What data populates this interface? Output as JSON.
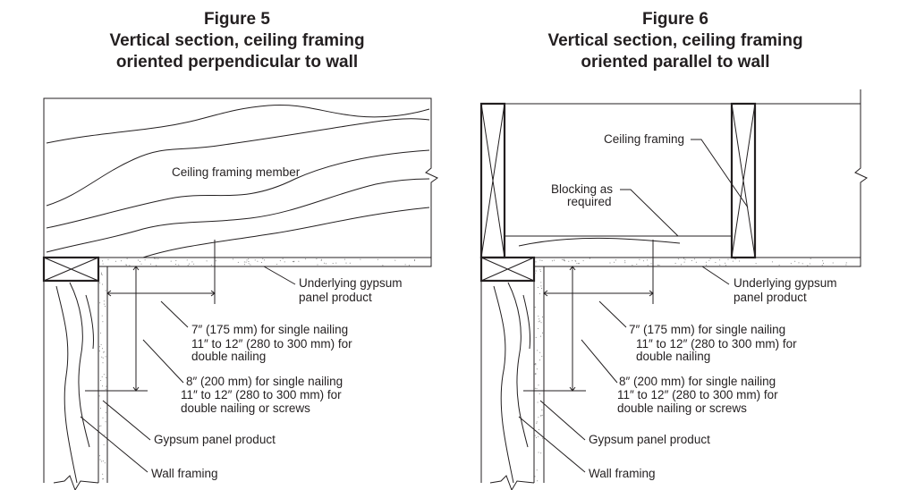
{
  "figure5": {
    "title": "Figure 5",
    "subtitle_line1": "Vertical section, ceiling framing",
    "subtitle_line2": "oriented perpendicular to wall",
    "labels": {
      "ceiling_member": "Ceiling framing member",
      "underlying_1": "Underlying gypsum",
      "underlying_2": "panel product",
      "dim7_1": "7″ (175 mm) for single nailing",
      "dim7_2": "11″ to 12″ (280 to 300 mm) for",
      "dim7_3": "double nailing",
      "dim8_1": "8″ (200 mm) for single nailing",
      "dim8_2": "11″ to 12″ (280 to 300 mm) for",
      "dim8_3": "double nailing or screws",
      "gypsum": "Gypsum panel product",
      "wall": "Wall framing"
    }
  },
  "figure6": {
    "title": "Figure 6",
    "subtitle_line1": "Vertical section, ceiling framing",
    "subtitle_line2": "oriented parallel to wall",
    "labels": {
      "ceiling_framing": "Ceiling framing",
      "blocking_1": "Blocking as",
      "blocking_2": "required",
      "underlying_1": "Underlying gypsum",
      "underlying_2": "panel product",
      "dim7_1": "7″ (175 mm) for single nailing",
      "dim7_2": "11″ to 12″ (280 to 300 mm) for",
      "dim7_3": "double nailing",
      "dim8_1": "8″ (200 mm) for single nailing",
      "dim8_2": "11″ to 12″ (280 to 300 mm) for",
      "dim8_3": "double nailing or screws",
      "gypsum": "Gypsum panel product",
      "wall": "Wall framing"
    }
  },
  "colors": {
    "ink": "#231f20",
    "background": "#ffffff"
  }
}
